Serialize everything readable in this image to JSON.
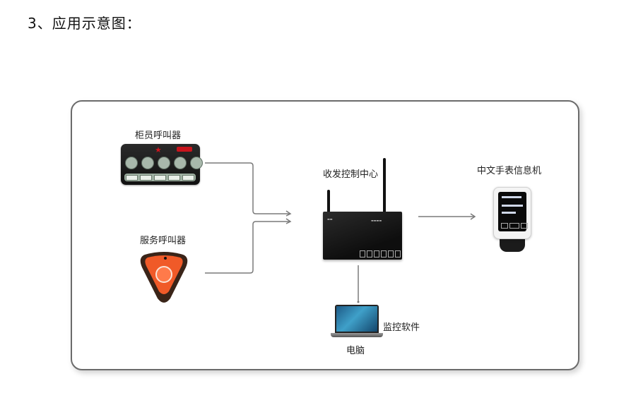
{
  "heading": "3、应用示意图：",
  "diagram": {
    "nodes": {
      "counter_caller": "柜员呼叫器",
      "service_caller": "服务呼叫器",
      "control_center": "收发控制中心",
      "watch_receiver": "中文手表信息机",
      "computer": "电脑",
      "monitor_software": "监控软件"
    },
    "edges": [
      {
        "from": "counter_caller",
        "to": "control_center"
      },
      {
        "from": "service_caller",
        "to": "control_center"
      },
      {
        "from": "control_center",
        "to": "watch_receiver"
      },
      {
        "from": "control_center",
        "to": "computer"
      }
    ],
    "colors": {
      "frame_border": "#6b6b6b",
      "connector": "#7a7a7a",
      "brand_red": "#d0161e",
      "service_orange": "#f05a28"
    }
  }
}
